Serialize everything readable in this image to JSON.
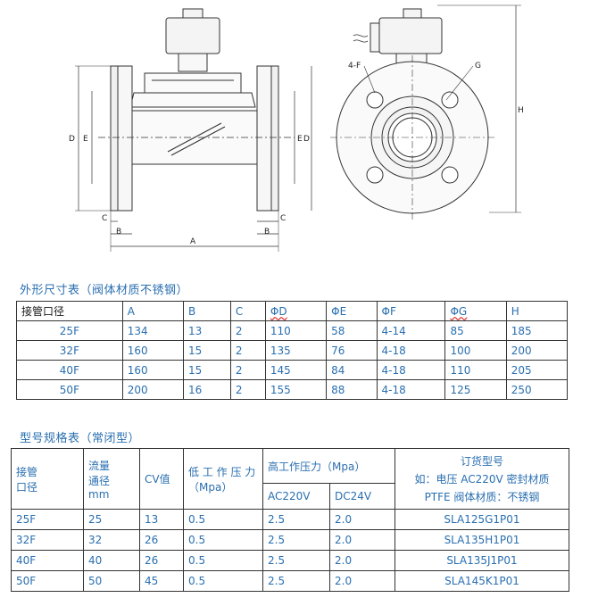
{
  "drawing": {
    "labels": {
      "D": "D",
      "E": "E",
      "C": "C",
      "B": "B",
      "A": "A",
      "F": "4-F",
      "G": "G",
      "H": "H"
    }
  },
  "dimension_table": {
    "caption": "外形尺寸表（阀体材质不锈钢）",
    "header": [
      "接管口径",
      "A",
      "B",
      "C",
      "ΦD",
      "ΦE",
      "ΦF",
      "ΦG",
      "H"
    ],
    "rows": [
      [
        "25F",
        "134",
        "13",
        "2",
        "110",
        "58",
        "4-14",
        "85",
        "185"
      ],
      [
        "32F",
        "160",
        "15",
        "2",
        "135",
        "76",
        "4-18",
        "100",
        "200"
      ],
      [
        "40F",
        "160",
        "15",
        "2",
        "145",
        "84",
        "4-18",
        "110",
        "205"
      ],
      [
        "50F",
        "200",
        "16",
        "2",
        "155",
        "88",
        "4-18",
        "125",
        "250"
      ]
    ]
  },
  "spec_table": {
    "caption": "型号规格表（常闭型）",
    "header": {
      "diameter": "接管\n口径",
      "flow": "流量\n通径\nmm",
      "cv": "CV值",
      "low_pressure": "低 工 作 压 力（Mpa）",
      "high_pressure": "高工作压力（Mpa）",
      "ac": "AC220V",
      "dc": "DC24V",
      "order_title": "订货型号",
      "order_example_1": "如：电压 AC220V  密封材质",
      "order_example_2": "PTFE  阀体材质：不锈钢"
    },
    "rows": [
      [
        "25F",
        "25",
        "13",
        "0.5",
        "2.5",
        "2.0",
        "SLA125G1P01"
      ],
      [
        "32F",
        "32",
        "26",
        "0.5",
        "2.5",
        "2.0",
        "SLA135H1P01"
      ],
      [
        "40F",
        "40",
        "26",
        "0.5",
        "2.5",
        "2.0",
        "SLA135J1P01"
      ],
      [
        "50F",
        "50",
        "45",
        "0.5",
        "2.5",
        "2.0",
        "SLA145K1P01"
      ]
    ]
  }
}
